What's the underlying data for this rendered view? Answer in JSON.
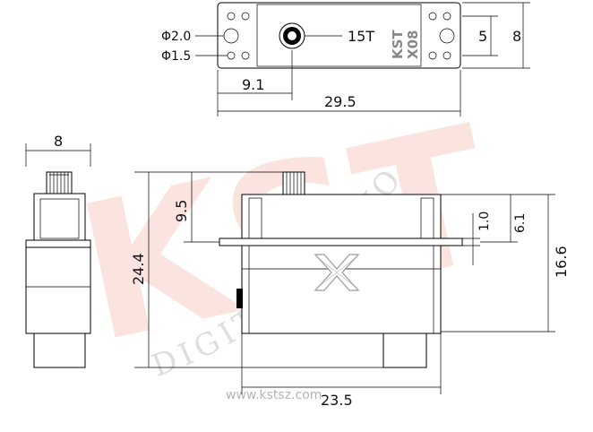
{
  "watermark": {
    "letters": "KST",
    "arc_text": "DIGITAL SERVO",
    "url": "www.kstsz.com"
  },
  "top_view": {
    "brand": "KST",
    "model": "X08",
    "spline": "15T",
    "hole_large": "Φ2.0",
    "hole_small": "Φ1.5",
    "dim_offset": "9.1",
    "dim_length": "29.5",
    "dim_inner_height": "5",
    "dim_height": "8"
  },
  "left_view": {
    "dim_width": "8"
  },
  "front_view": {
    "dim_output_height": "9.5",
    "dim_total_height": "24.4",
    "dim_flange": "1.0",
    "dim_upper": "6.1",
    "dim_body_height": "16.6",
    "dim_width": "23.5"
  },
  "colors": {
    "line": "#000000",
    "watermark_red": "#fbe4e0",
    "watermark_gray": "#dedede"
  }
}
